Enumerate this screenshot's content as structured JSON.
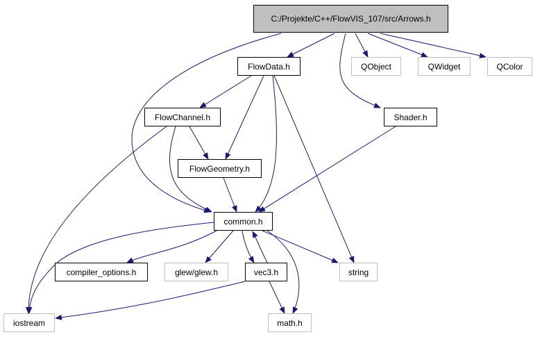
{
  "nodes": {
    "arrows": "C:/Projekte/C++/FlowVIS_107/src/Arrows.h",
    "flowdata": "FlowData.h",
    "qobject": "QObject",
    "qwidget": "QWidget",
    "qcolor": "QColor",
    "flowchannel": "FlowChannel.h",
    "shader": "Shader.h",
    "flowgeometry": "FlowGeometry.h",
    "common": "common.h",
    "compiler_options": "compiler_options.h",
    "glew": "glew/glew.h",
    "vec3": "vec3.h",
    "string": "string",
    "iostream": "iostream",
    "math": "math.h"
  },
  "edges": [
    [
      "arrows",
      "flowdata"
    ],
    [
      "arrows",
      "qobject"
    ],
    [
      "arrows",
      "qwidget"
    ],
    [
      "arrows",
      "qcolor"
    ],
    [
      "arrows",
      "shader"
    ],
    [
      "arrows",
      "common"
    ],
    [
      "flowdata",
      "flowchannel"
    ],
    [
      "flowdata",
      "flowgeometry"
    ],
    [
      "flowdata",
      "common"
    ],
    [
      "flowdata",
      "string"
    ],
    [
      "flowchannel",
      "flowgeometry"
    ],
    [
      "flowchannel",
      "common"
    ],
    [
      "flowchannel",
      "iostream"
    ],
    [
      "flowgeometry",
      "common"
    ],
    [
      "shader",
      "common"
    ],
    [
      "common",
      "iostream"
    ],
    [
      "common",
      "compiler_options"
    ],
    [
      "common",
      "glew"
    ],
    [
      "common",
      "vec3"
    ],
    [
      "vec3",
      "common"
    ],
    [
      "common",
      "string"
    ],
    [
      "common",
      "math"
    ],
    [
      "vec3",
      "math"
    ],
    [
      "vec3",
      "iostream"
    ]
  ],
  "colors": {
    "edge": "#191970",
    "root_fill": "#bfbfbf",
    "external_border": "#bfbfbf"
  }
}
